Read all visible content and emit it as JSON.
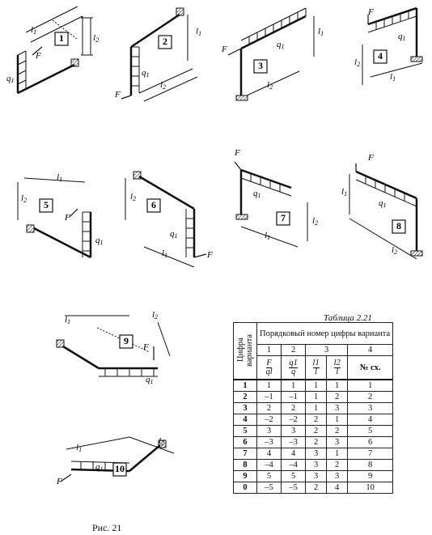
{
  "panels": [
    {
      "number": "1",
      "labels": [
        "l1",
        "l2",
        "F",
        "q1"
      ]
    },
    {
      "number": "2",
      "labels": [
        "l1",
        "q1",
        "l2",
        "F"
      ]
    },
    {
      "number": "3",
      "labels": [
        "l1",
        "q1",
        "F",
        "l2"
      ]
    },
    {
      "number": "4",
      "labels": [
        "F",
        "q1",
        "l2",
        "l1"
      ]
    },
    {
      "number": "5",
      "labels": [
        "l1",
        "l2",
        "F",
        "q1"
      ]
    },
    {
      "number": "6",
      "labels": [
        "l2",
        "q1",
        "l1",
        "F"
      ]
    },
    {
      "number": "7",
      "labels": [
        "F",
        "q1",
        "l2",
        "l1"
      ]
    },
    {
      "number": "8",
      "labels": [
        "F",
        "l1",
        "q1",
        "l2"
      ]
    },
    {
      "number": "9",
      "labels": [
        "l1",
        "l2",
        "F",
        "q1"
      ]
    },
    {
      "number": "10",
      "labels": [
        "l1",
        "l2",
        "q1",
        "F"
      ]
    }
  ],
  "table": {
    "caption": "Таблица 2.21",
    "row_header": "Цифра варианта",
    "group_header": "Порядковый номер цифры варианта",
    "digit_columns": [
      "1",
      "2",
      "3",
      "4"
    ],
    "fraction_headers": [
      {
        "top": "F",
        "bottom": "ql"
      },
      {
        "top": "q1",
        "bottom": "q"
      },
      {
        "top": "l1",
        "bottom": "l"
      },
      {
        "top": "l2",
        "bottom": "l"
      }
    ],
    "last_header": "№ сх.",
    "rows": [
      [
        "1",
        "1",
        "1",
        "1",
        "1",
        "1"
      ],
      [
        "2",
        "–1",
        "–1",
        "1",
        "2",
        "2"
      ],
      [
        "3",
        "2",
        "2",
        "1",
        "3",
        "3"
      ],
      [
        "4",
        "–2",
        "–2",
        "2",
        "1",
        "4"
      ],
      [
        "5",
        "3",
        "3",
        "2",
        "2",
        "5"
      ],
      [
        "6",
        "–3",
        "–3",
        "2",
        "3",
        "6"
      ],
      [
        "7",
        "4",
        "4",
        "3",
        "1",
        "7"
      ],
      [
        "8",
        "–4",
        "–4",
        "3",
        "2",
        "8"
      ],
      [
        "9",
        "5",
        "5",
        "3",
        "3",
        "9"
      ],
      [
        "0",
        "–5",
        "–5",
        "2",
        "4",
        "10"
      ]
    ]
  },
  "figure_caption": "Рис. 21"
}
